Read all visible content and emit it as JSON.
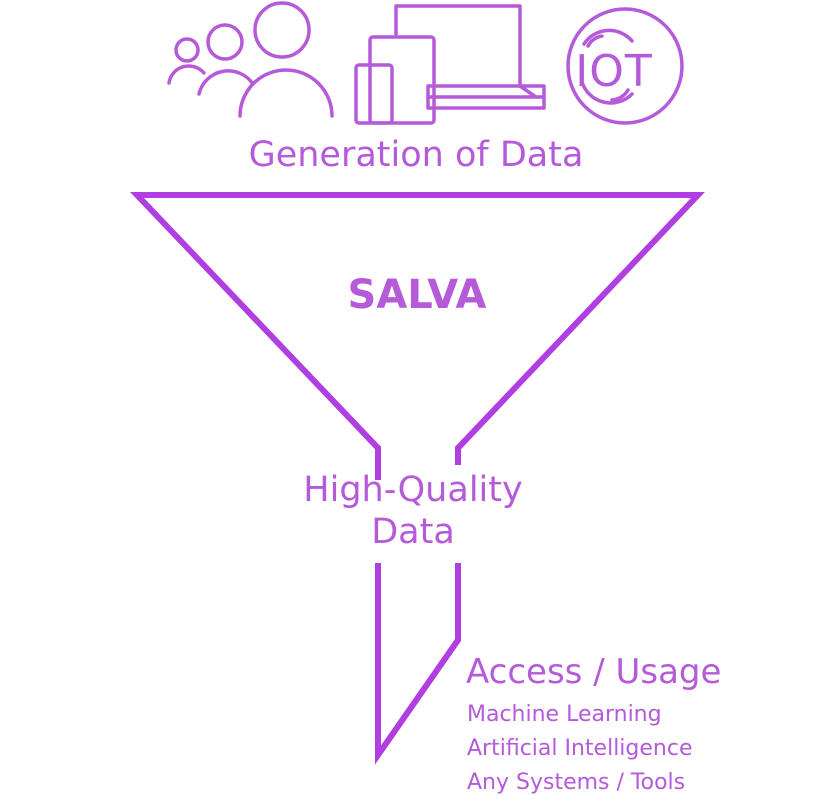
{
  "colors": {
    "text": "#b55ad9",
    "line": "#b03ee0"
  },
  "icons": [
    "people-icon",
    "devices-icon",
    "iot-icon"
  ],
  "iot_label": "IOT",
  "top_label": "Generation of Data",
  "funnel_label": "SALVA",
  "neck_label": [
    "High-Quality",
    "Data"
  ],
  "output": {
    "title": "Access / Usage",
    "items": [
      "Machine Learning",
      "Artificial Intelligence",
      "Any Systems / Tools"
    ]
  }
}
